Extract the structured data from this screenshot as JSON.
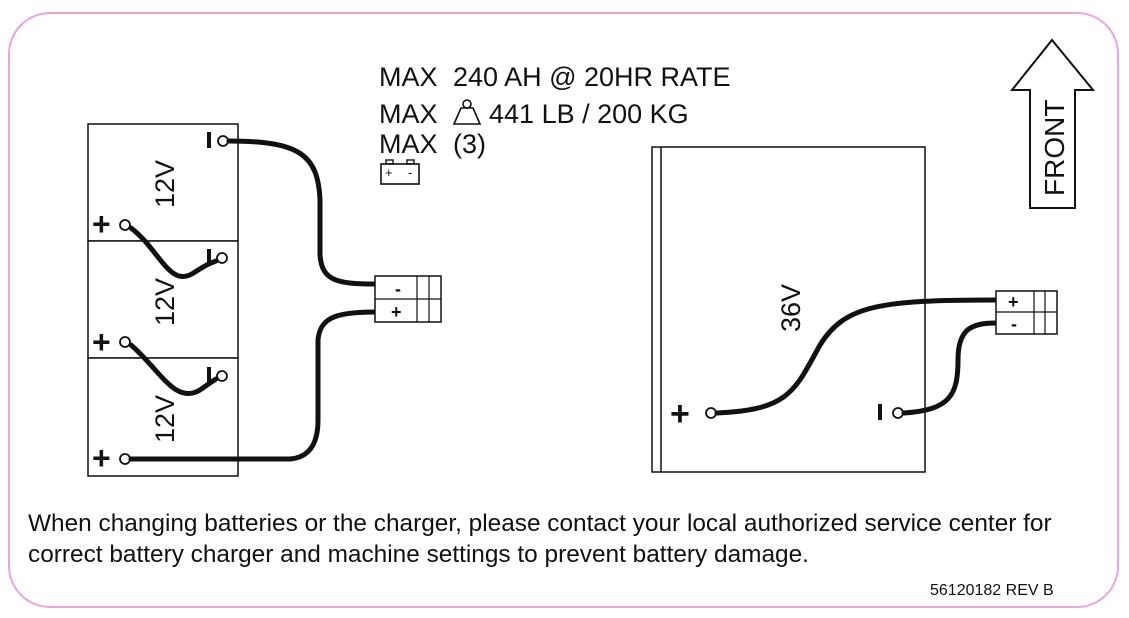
{
  "specs": {
    "capacity": {
      "prefix": "MAX",
      "value": "240 AH @ 20HR RATE"
    },
    "weight": {
      "prefix": "MAX",
      "value": "441 LB / 200 KG"
    },
    "count": {
      "prefix": "MAX",
      "value": "(3)"
    }
  },
  "front_arrow_label": "FRONT",
  "left_pack": {
    "batteries": [
      {
        "voltage": "12V"
      },
      {
        "voltage": "12V"
      },
      {
        "voltage": "12V"
      }
    ],
    "connector": {
      "top": "-",
      "bottom": "+"
    }
  },
  "right_pack": {
    "voltage": "36V",
    "connector": {
      "top": "+",
      "bottom": "-"
    }
  },
  "terminals": {
    "positive": "+",
    "negative": "-"
  },
  "warning_text": "When changing batteries or the charger, please contact your local authorized service center for correct battery charger and machine settings to prevent battery damage.",
  "part_number": "56120182 REV B",
  "colors": {
    "border": "#e8a6de",
    "ink": "#111111",
    "cable": "#111111"
  },
  "icons": {
    "weight": "weight-icon",
    "battery": "battery-icon",
    "arrow": "front-arrow-icon"
  }
}
